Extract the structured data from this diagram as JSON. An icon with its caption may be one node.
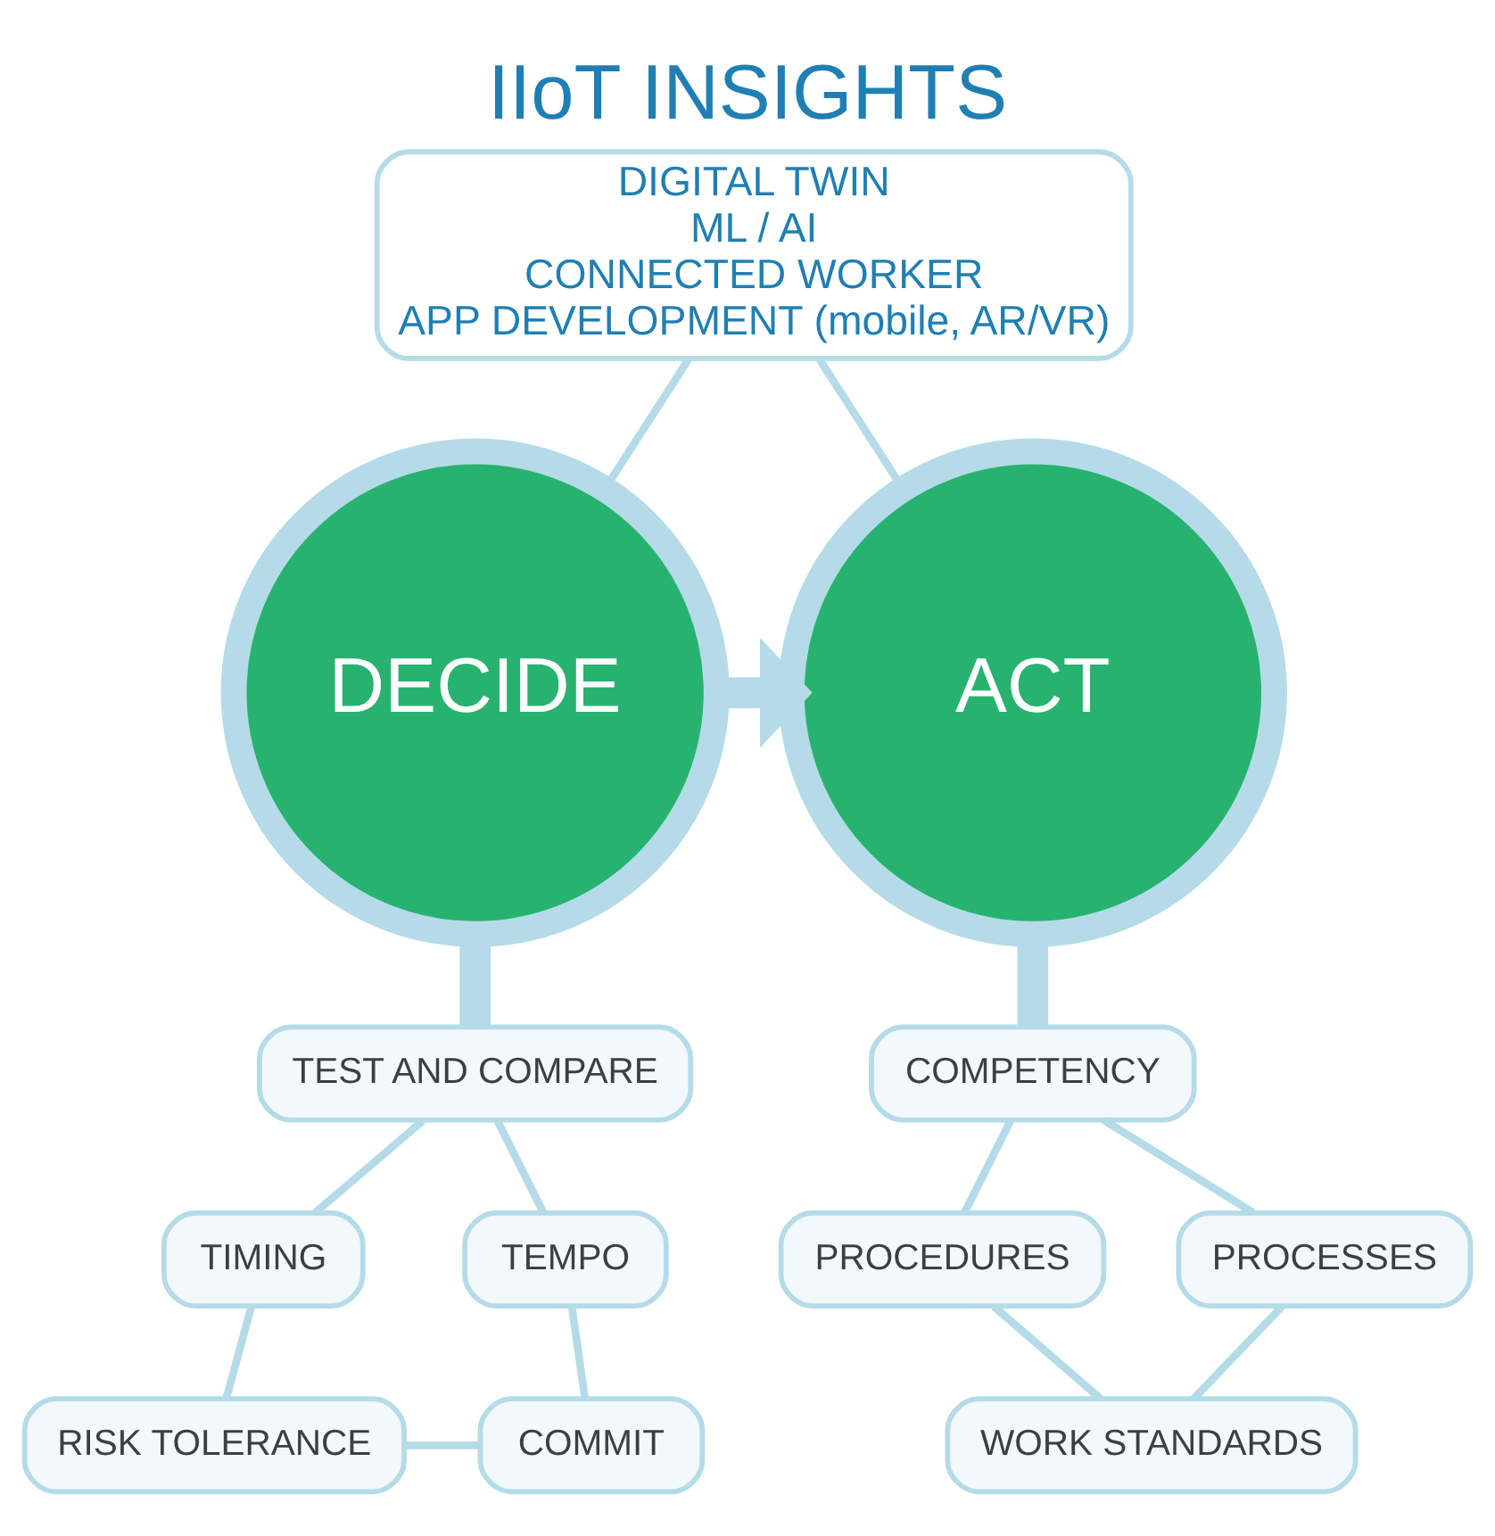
{
  "diagram": {
    "title": "IIoT INSIGHTS",
    "nodes": [
      {
        "text": [
          "DIGITAL TWIN",
          "ML / AI",
          "CONNECTED WORKER",
          "APP DEVELOPMENT (mobile, AR/VR)"
        ]
      },
      {
        "text": [
          "DECIDE"
        ]
      },
      {
        "text": [
          "ACT"
        ]
      },
      {
        "text": [
          "TEST AND COMPARE"
        ]
      },
      {
        "text": [
          "TEMPO"
        ]
      },
      {
        "text": [
          "TIMING"
        ]
      },
      {
        "text": [
          "COMMIT"
        ]
      },
      {
        "text": [
          "RISK TOLERANCE"
        ]
      },
      {
        "text": [
          "COMPETENCY"
        ]
      },
      {
        "text": [
          "PROCESSES"
        ]
      },
      {
        "text": [
          "PROCEDURES"
        ]
      },
      {
        "text": [
          "WORK STANDARDS"
        ]
      }
    ],
    "edges": [
      {
        "from": 0,
        "to": 1,
        "arrow": "none"
      },
      {
        "from": 0,
        "to": 2,
        "arrow": "none"
      },
      {
        "from": 1,
        "to": 2,
        "arrow": "to",
        "style": "thick"
      },
      {
        "from": 1,
        "to": 3,
        "arrow": "none",
        "style": "thick"
      },
      {
        "from": 2,
        "to": 8,
        "arrow": "none",
        "style": "thick"
      },
      {
        "from": 3,
        "to": 5,
        "arrow": "none"
      },
      {
        "from": 5,
        "to": 7,
        "arrow": "none"
      },
      {
        "from": 7,
        "to": 6,
        "arrow": "none"
      },
      {
        "from": 6,
        "to": 4,
        "arrow": "none"
      },
      {
        "from": 4,
        "to": 3,
        "arrow": "none"
      },
      {
        "from": 8,
        "to": 10,
        "arrow": "none"
      },
      {
        "from": 10,
        "to": 11,
        "arrow": "none"
      },
      {
        "from": 11,
        "to": 9,
        "arrow": "none"
      },
      {
        "from": 9,
        "to": 8,
        "arrow": "none"
      }
    ]
  }
}
